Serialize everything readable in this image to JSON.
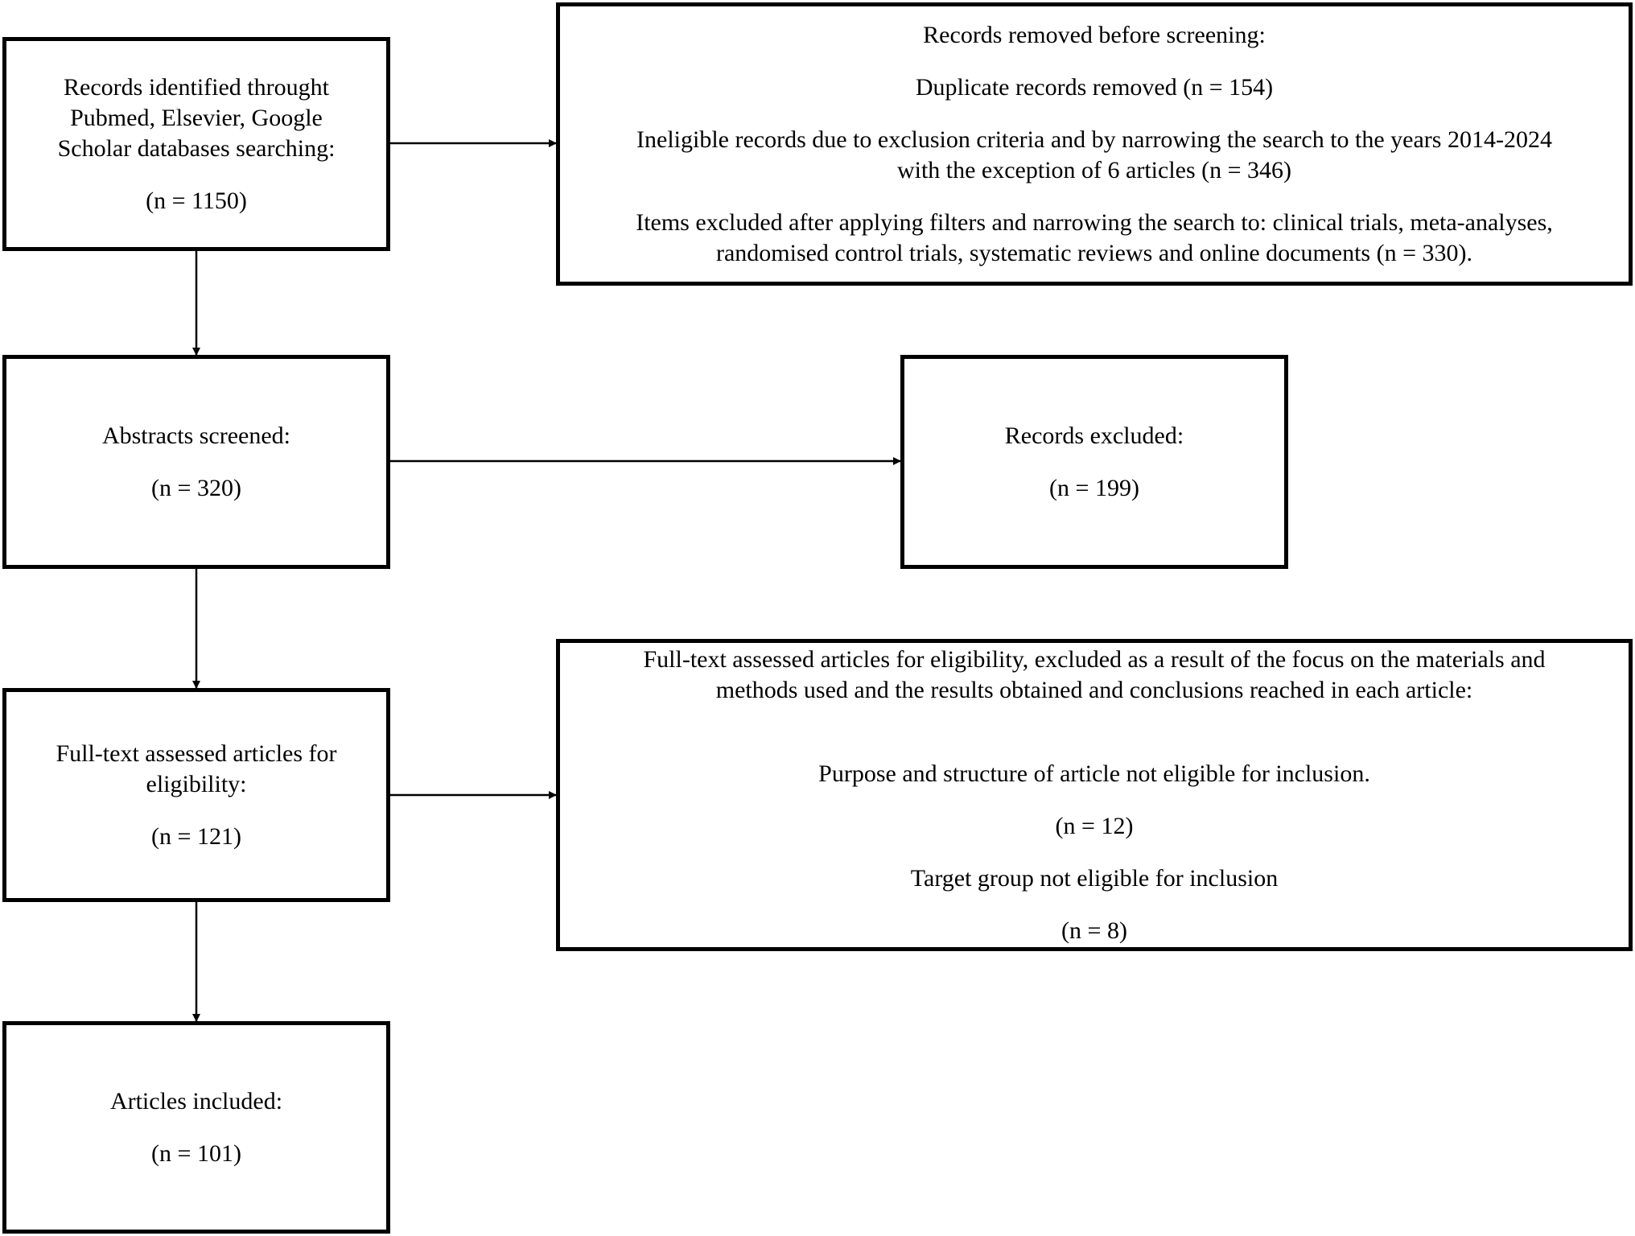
{
  "boxes": {
    "identified": {
      "lines": [
        "Records identified throught",
        "Pubmed, Elsevier, Google",
        "Scholar databases searching:"
      ],
      "count": "(n = 1150)"
    },
    "removed": {
      "heading": "Records removed before screening:",
      "duplicates": "Duplicate records removed  (n = 154)",
      "ineligible": [
        "Ineligible records due to exclusion criteria and by narrowing the search to the years 2014-2024",
        "with the exception of 6 articles (n = 346)"
      ],
      "filtered": [
        "Items excluded after applying filters and narrowing the search to: clinical trials, meta-analyses,",
        "randomised control trials, systematic reviews and online documents (n = 330)."
      ]
    },
    "screened": {
      "label": "Abstracts screened:",
      "count": "(n = 320)"
    },
    "excluded": {
      "label": "Records excluded:",
      "count": "(n = 199)"
    },
    "fulltext": {
      "lines": [
        "Full-text assessed articles for",
        "eligibility:"
      ],
      "count": "(n = 121)"
    },
    "fulltext_excluded": {
      "heading": [
        "Full-text assessed articles for eligibility, excluded as a result of the focus on the materials and",
        "methods used and the results obtained and conclusions reached in each article:"
      ],
      "purpose_label": "Purpose and structure of article not eligible for inclusion.",
      "purpose_count": "(n = 12)",
      "target_label": "Target group not eligible for inclusion",
      "target_count": "(n = 8)"
    },
    "included": {
      "label": "Articles included:",
      "count": "(n = 101)"
    }
  }
}
